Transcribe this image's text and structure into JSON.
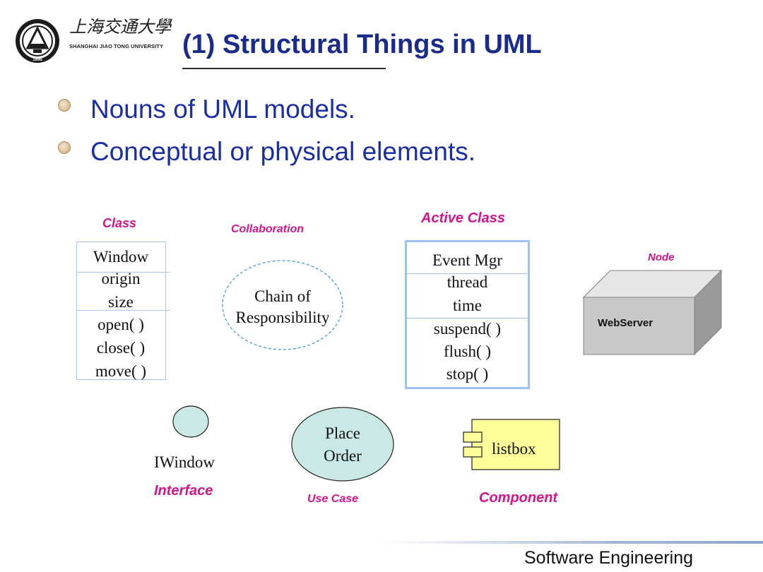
{
  "header": {
    "logo_cn": "上海交通大學",
    "logo_en": "SHANGHAI JIAO TONG UNIVERSITY",
    "logo_year": "1896",
    "title": "(1) Structural Things in UML"
  },
  "bullets": [
    {
      "text": "Nouns of UML models.",
      "icon": "seal-bullet-icon"
    },
    {
      "text": "Conceptual or physical elements.",
      "icon": "seal-bullet-icon"
    }
  ],
  "class_element": {
    "label": "Class",
    "name": "Window",
    "attributes": [
      "origin",
      "size"
    ],
    "operations": [
      "open( )",
      "close( )",
      "move( )"
    ]
  },
  "collaboration": {
    "label": "Collaboration",
    "text_line1": "Chain of",
    "text_line2": "Responsibility"
  },
  "active_class": {
    "label": "Active Class",
    "name": "Event Mgr",
    "attributes": [
      "thread",
      "time"
    ],
    "operations": [
      "suspend( )",
      "flush( )",
      "stop( )"
    ]
  },
  "node": {
    "label": "Node",
    "text": "WebServer"
  },
  "interface": {
    "label": "Interface",
    "name": "IWindow"
  },
  "use_case": {
    "label": "Use Case",
    "text_line1": "Place",
    "text_line2": "Order"
  },
  "component": {
    "label": "Component",
    "text": "listbox"
  },
  "footer": {
    "text": "Software Engineering"
  },
  "colors": {
    "title": "#1a2b8c",
    "bullet_text": "#1a2ea6",
    "element_label": "#d4148a",
    "class_border": "#a9c6ea",
    "active_class_border": "#9cc3ef",
    "collaboration_dash": "#4aa6d6",
    "node_face": "#c8c8c8",
    "use_case_fill": "#c9e8e6",
    "interface_fill": "#c9e8e6",
    "component_fill": "#ffff99"
  }
}
